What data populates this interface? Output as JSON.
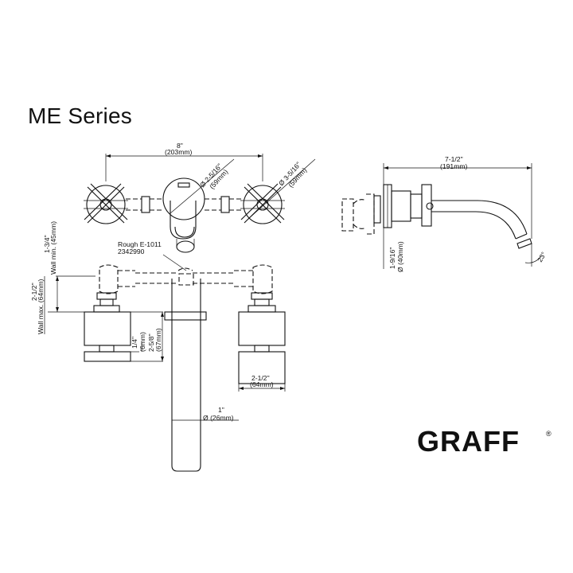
{
  "title": "ME Series",
  "brand": "GRAFF",
  "brand_mark": "®",
  "labels": {
    "top_width": "8\"",
    "top_width_mm": "(203mm)",
    "spout_dia": "Ø 2-5/16\"",
    "spout_dia_mm": "(59mm)",
    "handle_dia": "Ø 3-5/16\"",
    "handle_dia_mm": "(59mm)",
    "side_len": "7-1/2\"",
    "side_len_mm": "(191mm)",
    "side_height": "1-9/16\"",
    "side_height_mm": "Ø (40mm)",
    "angle": "23°",
    "rough": "Rough E-1011",
    "rough_num": "2342990",
    "wall_min": "1-3/4\"",
    "wall_min_mm": "Wall min. (45mm)",
    "wall_max": "2-1/2\"",
    "wall_max_mm": "Wall max. (64mm)",
    "d_quarter": "1/4\"",
    "d_quarter_mm": "(6mm)",
    "d_258": "2-5/8\"",
    "d_258_mm": "(67mm)",
    "plate_w": "2-1/2\"",
    "plate_w_mm": "(64mm)",
    "spout_pipe": "1\"",
    "spout_pipe_mm": "Ø (26mm)"
  }
}
